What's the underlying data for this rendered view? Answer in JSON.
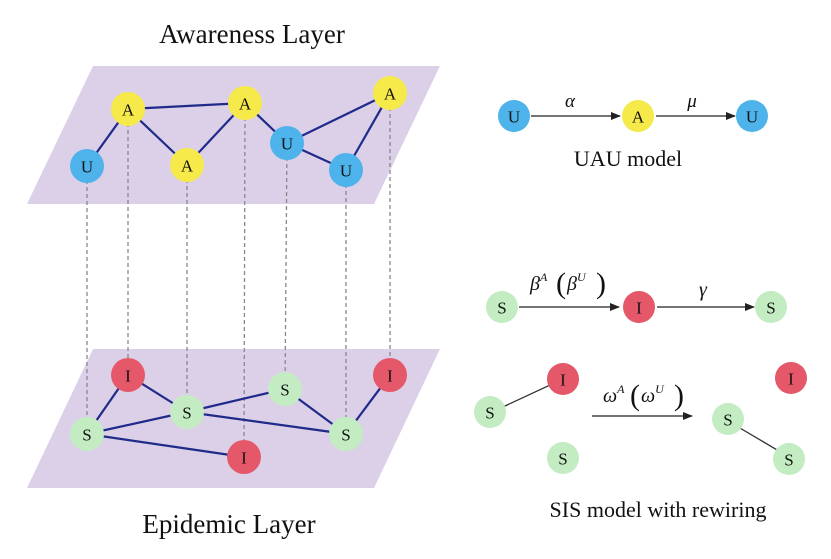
{
  "colors": {
    "plane": "#dcd0e8",
    "edge": "#1f2a8a",
    "dashed": "#888888",
    "node_A": "#f6e94a",
    "node_U": "#4db3ea",
    "node_S": "#c3ecc3",
    "node_I": "#e5586a",
    "arrow": "#222222"
  },
  "awareness_layer": {
    "title": "Awareness Layer",
    "nodes": [
      {
        "label": "A",
        "state": "A"
      },
      {
        "label": "U",
        "state": "U"
      },
      {
        "label": "A",
        "state": "A"
      },
      {
        "label": "A",
        "state": "A"
      },
      {
        "label": "U",
        "state": "U"
      },
      {
        "label": "U",
        "state": "U"
      },
      {
        "label": "A",
        "state": "A"
      }
    ]
  },
  "epidemic_layer": {
    "title": "Epidemic Layer",
    "nodes": [
      {
        "label": "I",
        "state": "I"
      },
      {
        "label": "S",
        "state": "S"
      },
      {
        "label": "S",
        "state": "S"
      },
      {
        "label": "I",
        "state": "I"
      },
      {
        "label": "S",
        "state": "S"
      },
      {
        "label": "S",
        "state": "S"
      },
      {
        "label": "I",
        "state": "I"
      }
    ]
  },
  "uau_model": {
    "caption": "UAU model",
    "nodes": [
      "U",
      "A",
      "U"
    ],
    "rate1": "α",
    "rate2": "μ"
  },
  "sis_model": {
    "nodes": [
      "S",
      "I",
      "S"
    ],
    "rate1_main": "β",
    "rate1_sup": "A",
    "rate1_alt": "β",
    "rate1_alt_sup": "U",
    "rate2": "γ"
  },
  "rewiring": {
    "caption": "SIS model with rewiring",
    "rate_main": "ω",
    "rate_sup": "A",
    "rate_alt": "ω",
    "rate_alt_sup": "U",
    "before_nodes": [
      "I",
      "S",
      "S"
    ],
    "after_nodes": [
      "I",
      "S",
      "S"
    ]
  }
}
